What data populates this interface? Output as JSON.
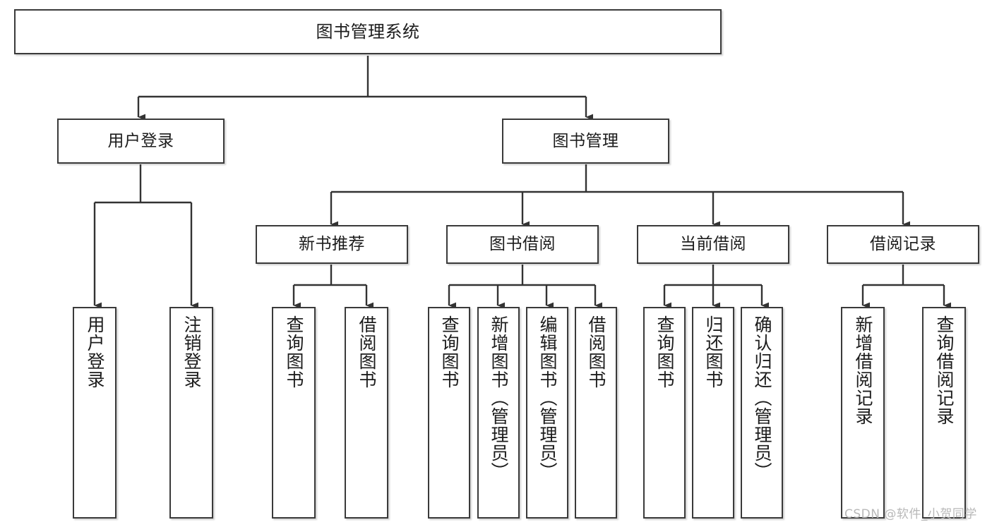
{
  "diagram": {
    "type": "hierarchy-tree",
    "title": "图书管理系统",
    "watermark": "CSDN @软件_小贺同学",
    "colors": {
      "box_border": "#3a3a3a",
      "box_fill": "#ffffff",
      "connector": "#333333",
      "text": "#1c1c1c",
      "watermark": "#b8b8b8",
      "background": "#ffffff"
    },
    "levels": {
      "root": "图书管理系统",
      "level2": [
        "用户登录",
        "图书管理"
      ],
      "level3": [
        "新书推荐",
        "图书借阅",
        "当前借阅",
        "借阅记录"
      ]
    },
    "nodes": {
      "root": {
        "label": "图书管理系统"
      },
      "user_login": {
        "label": "用户登录"
      },
      "book_manage": {
        "label": "图书管理"
      },
      "new_book_rec": {
        "label": "新书推荐"
      },
      "book_borrow": {
        "label": "图书借阅"
      },
      "current_borrow": {
        "label": "当前借阅"
      },
      "borrow_record": {
        "label": "借阅记录"
      },
      "leaf_user_login": {
        "label": "用户登录"
      },
      "leaf_logout": {
        "label": "注销登录"
      },
      "leaf_query_book_1": {
        "label": "查询图书"
      },
      "leaf_borrow_book_1": {
        "label": "借阅图书"
      },
      "leaf_query_book_2": {
        "label": "查询图书"
      },
      "leaf_add_book": {
        "label": "新增图书（管理员）"
      },
      "leaf_edit_book": {
        "label": "编辑图书（管理员）"
      },
      "leaf_borrow_book_2": {
        "label": "借阅图书"
      },
      "leaf_query_book_3": {
        "label": "查询图书"
      },
      "leaf_return_book": {
        "label": "归还图书"
      },
      "leaf_confirm_return": {
        "label": "确认归还（管理员）"
      },
      "leaf_add_record": {
        "label": "新增借阅记录"
      },
      "leaf_query_record": {
        "label": "查询借阅记录"
      }
    }
  }
}
